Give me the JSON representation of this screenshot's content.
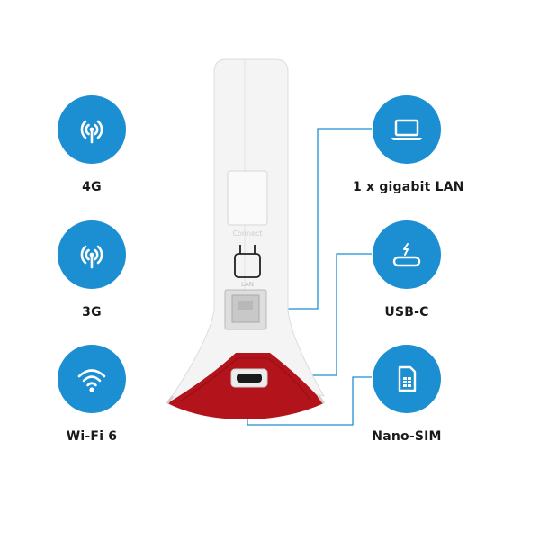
{
  "features_left": [
    {
      "label": "4G",
      "icon": "antenna-icon"
    },
    {
      "label": "3G",
      "icon": "antenna-icon"
    },
    {
      "label": "Wi-Fi 6",
      "icon": "wifi-icon"
    }
  ],
  "features_right": [
    {
      "label": "1 x gigabit LAN",
      "icon": "laptop-icon"
    },
    {
      "label": "USB-C",
      "icon": "usb-c-icon"
    },
    {
      "label": "Nano-SIM",
      "icon": "sim-card-icon"
    }
  ],
  "device": {
    "connect_label": "Connect",
    "lan_label": "LAN"
  },
  "colors": {
    "accent": "#1c8fd2",
    "device_red": "#b3141b",
    "device_white": "#f4f4f4"
  }
}
